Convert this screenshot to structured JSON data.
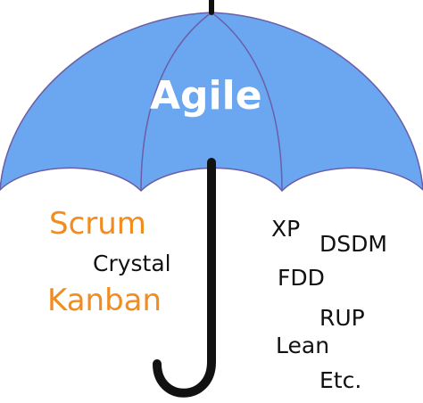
{
  "diagram": {
    "canopy_label": "Agile",
    "left_methods": {
      "scrum": "Scrum",
      "crystal": "Crystal",
      "kanban": "Kanban"
    },
    "right_methods": {
      "xp": "XP",
      "dsdm": "DSDM",
      "fdd": "FDD",
      "rup": "RUP",
      "lean": "Lean",
      "etc": "Etc."
    },
    "colors": {
      "canopy_fill": "#6aa7f0",
      "canopy_stroke": "#6b5ea8",
      "handle": "#111111",
      "highlight_methods": "#f28c1e",
      "text": "#111111",
      "canopy_text": "#ffffff"
    }
  }
}
